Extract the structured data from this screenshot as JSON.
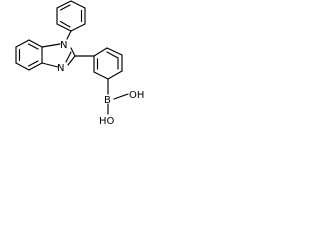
{
  "molecule": {
    "atoms": {
      "N1": "N",
      "N3": "N",
      "B": "B",
      "OH_top": "OH",
      "OH_bottom": "HO"
    }
  },
  "colors": {
    "bond": "#000000",
    "label": "#000000",
    "background": "#ffffff"
  }
}
